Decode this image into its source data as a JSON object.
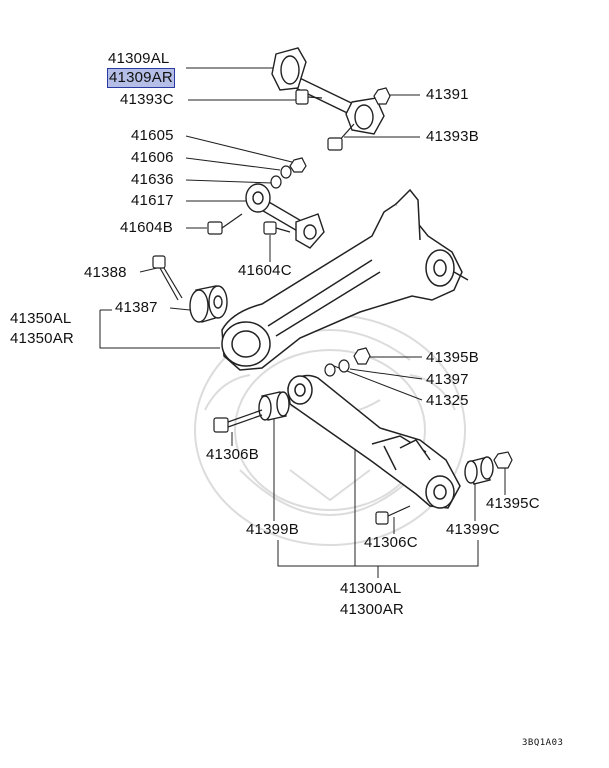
{
  "labels": {
    "l41309AL": "41309AL",
    "l41309AR": "41309AR",
    "l41393C": "41393C",
    "l41391": "41391",
    "l41393B": "41393B",
    "l41605": "41605",
    "l41606": "41606",
    "l41636": "41636",
    "l41617": "41617",
    "l41604B": "41604B",
    "l41604C": "41604C",
    "l41388": "41388",
    "l41387": "41387",
    "l41350AL": "41350AL",
    "l41350AR": "41350AR",
    "l41395B": "41395B",
    "l41397": "41397",
    "l41325": "41325",
    "l41306B": "41306B",
    "l41399B": "41399B",
    "l41306C": "41306C",
    "l41399C": "41399C",
    "l41395C": "41395C",
    "l41300AL": "41300AL",
    "l41300AR": "41300AR"
  },
  "highlighted_part": "41309AR",
  "diagram_code": "3BQ1A03",
  "colors": {
    "line": "#222222",
    "highlight_fill": "#b4bee6",
    "highlight_border": "#2a3aa0",
    "watermark": "#dcdcdc"
  }
}
